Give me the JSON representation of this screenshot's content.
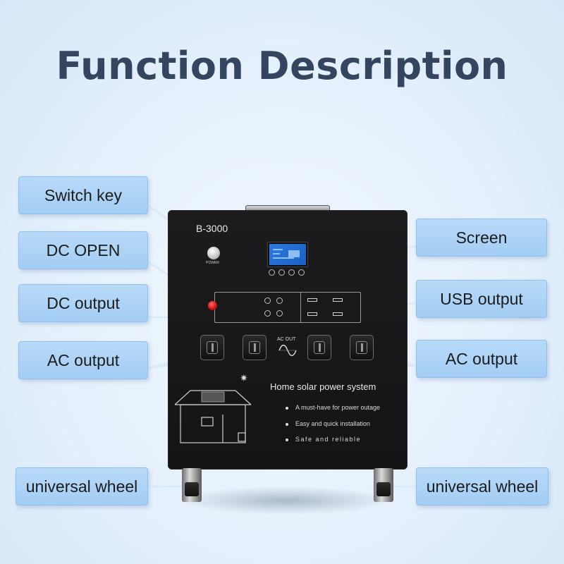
{
  "title": "Function Description",
  "labels": {
    "switch_key": "Switch key",
    "dc_open": "DC OPEN",
    "dc_output": "DC output",
    "ac_output_left": "AC output",
    "universal_wheel_left": "universal wheel",
    "screen": "Screen",
    "usb_output": "USB output",
    "ac_output_right": "AC output",
    "universal_wheel_right": "universal wheel"
  },
  "device": {
    "model": "B-3000",
    "power_text": "POWER",
    "ac_out_text": "AC OUT",
    "slogan": "Home solar power system",
    "bullets": [
      "A must-have for power outage",
      "Easy and quick installation",
      "Safe and reliable"
    ]
  },
  "colors": {
    "background": "#e9f3fc",
    "title": "#34465f",
    "label_fill": "#aad2f6",
    "device_body": "#1c1c1e",
    "power_button_red": "#d10d0d",
    "screen_blue": "#2c7be0"
  }
}
